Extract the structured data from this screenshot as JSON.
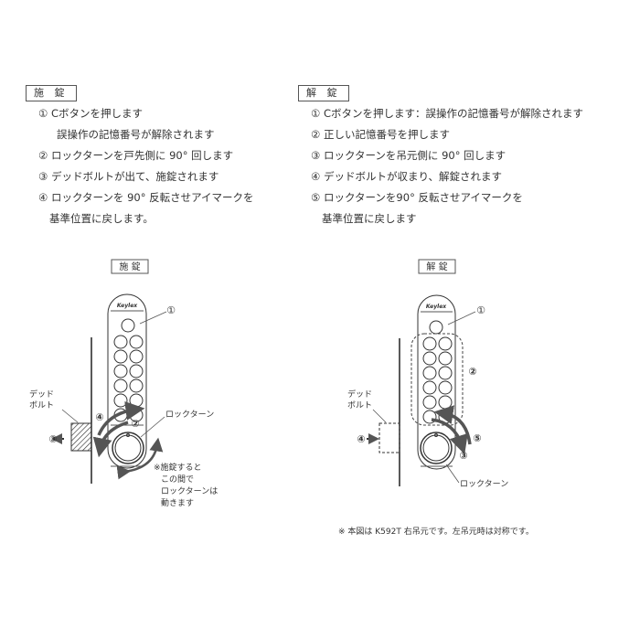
{
  "lock_section": {
    "title": "施 錠",
    "steps": [
      "① Cボタンを押します",
      "誤操作の記憶番号が解除されます",
      "② ロックターンを戸先側に 90° 回します",
      "③ デッドボルトが出て、施錠されます",
      "④ ロックターンを 90° 反転させアイマークを",
      "基準位置に戻します。"
    ]
  },
  "unlock_section": {
    "title": "解 錠",
    "steps": [
      "① Cボタンを押します：誤操作の記憶番号が解除されます",
      "② 正しい記憶番号を押します",
      "③ ロックターンを吊元側に 90° 回します",
      "④ デッドボルトが収まり、解錠されます",
      "⑤ ロックターンを90° 反転させアイマークを",
      "基準位置に戻します"
    ]
  },
  "lock_diagram": {
    "title": "施 錠",
    "bolt_label": [
      "デッド",
      "ボルト"
    ],
    "turn_label": "ロックターン",
    "note": [
      "※施錠すると",
      "この間で",
      "ロックターンは",
      "動きます"
    ],
    "markers": [
      "①",
      "②",
      "③",
      "④"
    ]
  },
  "unlock_diagram": {
    "title": "解 錠",
    "bolt_label": [
      "デッド",
      "ボルト"
    ],
    "turn_label": "ロックターン",
    "markers": [
      "①",
      "②",
      "③",
      "④",
      "⑤"
    ]
  },
  "brand": "Keylex",
  "footnote": "※ 本図は K592T 右吊元です。左吊元時は対称です。"
}
